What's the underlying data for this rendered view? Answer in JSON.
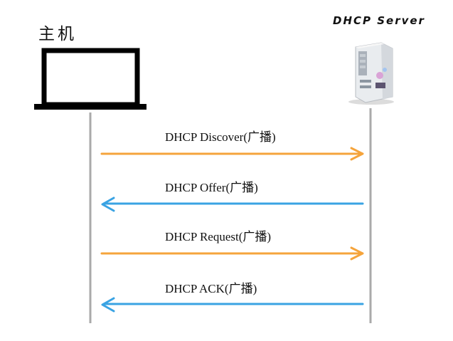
{
  "participants": {
    "host": {
      "label": "主机",
      "icon": "laptop-icon"
    },
    "server": {
      "label": "DHCP Server",
      "icon": "server-icon"
    }
  },
  "colors": {
    "broadcast_arrow": "#f5a43c",
    "reply_arrow": "#3aa3e3",
    "lifeline": "#aaaaaa"
  },
  "messages": [
    {
      "label": "DHCP Discover(广播)",
      "direction": "host-to-server"
    },
    {
      "label": "DHCP Offer(广播)",
      "direction": "server-to-host"
    },
    {
      "label": "DHCP Request(广播)",
      "direction": "host-to-server"
    },
    {
      "label": "DHCP ACK(广播)",
      "direction": "server-to-host"
    }
  ]
}
